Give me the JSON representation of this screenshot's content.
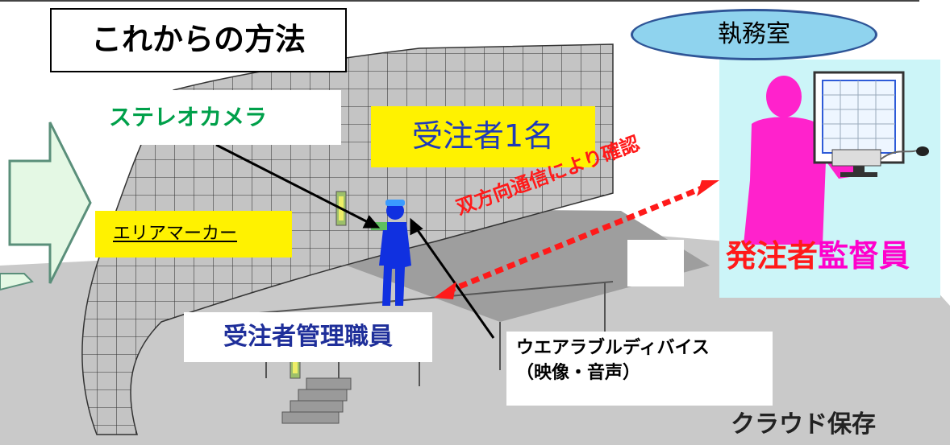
{
  "title": "これからの方法",
  "room": "執務室",
  "labels": {
    "stereo_camera": "ステレオカメラ",
    "worker": "受注者1名",
    "area_marker": "エリアマーカー",
    "communication": "双方向通信により確認",
    "supervisor_part1": "発注者",
    "supervisor_part2": "監督員",
    "manager": "受注者管理職員",
    "wearable_line1": "ウエアラブルディバイス",
    "wearable_line2": "（映像・音声）",
    "cloud": "クラウド保存"
  },
  "colors": {
    "title_text": "#000000",
    "room_fill": "#8fd3ee",
    "room_border": "#2f5597",
    "camera_text": "#00a04a",
    "worker_text": "#1f3ab8",
    "highlight_yellow": "#fff200",
    "arrow_red": "#ff1a1a",
    "supervisor_magenta": "#ff00cc",
    "panel_cyan": "#ccf5f8",
    "person_blue": "#1030e0",
    "arrow_green": "#e4f8e4",
    "structure_gray": "#b8b8b8"
  },
  "icons": [
    "big-right-arrow-icon",
    "camera-sensor-icon",
    "worker-silhouette-icon",
    "supervisor-silhouette-icon",
    "monitor-icon",
    "keyboard-icon",
    "mouse-icon"
  ]
}
